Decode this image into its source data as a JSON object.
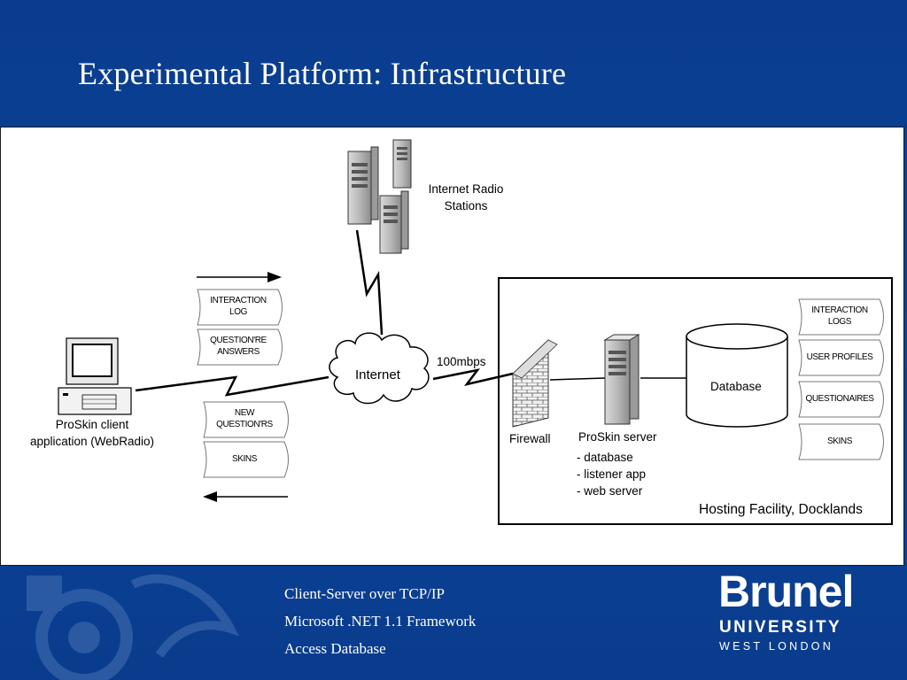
{
  "slide": {
    "title": "Experimental Platform: Infrastructure"
  },
  "diagram": {
    "radio_stations_label_line1": "Internet Radio",
    "radio_stations_label_line2": "Stations",
    "internet_label": "Internet",
    "link_speed_label": "100mbps",
    "client_label_line1": "ProSkin client",
    "client_label_line2": "application (WebRadio)",
    "upload_docs": [
      {
        "line1": "INTERACTION",
        "line2": "LOG"
      },
      {
        "line1": "QUESTION'RE",
        "line2": "ANSWERS"
      }
    ],
    "download_docs": [
      {
        "line1": "NEW",
        "line2": "QUESTION'RS"
      },
      {
        "line1": "SKINS",
        "line2": ""
      }
    ],
    "firewall_label": "Firewall",
    "server_label": "ProSkin server",
    "server_roles": [
      "- database",
      "- listener app",
      "- web server"
    ],
    "database_label": "Database",
    "database_docs": [
      {
        "line1": "INTERACTION",
        "line2": "LOGS"
      },
      {
        "line1": "USER PROFILES",
        "line2": ""
      },
      {
        "line1": "QUESTIONAIRES",
        "line2": ""
      },
      {
        "line1": "SKINS",
        "line2": ""
      }
    ],
    "hosting_label": "Hosting Facility, Docklands"
  },
  "footer": {
    "lines": [
      "Client-Server over TCP/IP",
      "Microsoft .NET 1.1 Framework",
      "Access Database"
    ]
  },
  "brand": {
    "name": "Brunel",
    "university": "UNIVERSITY",
    "location": "WEST LONDON"
  },
  "colors": {
    "background": "#0b3f8f",
    "canvas": "#ffffff",
    "text_on_blue": "#ffffff"
  }
}
